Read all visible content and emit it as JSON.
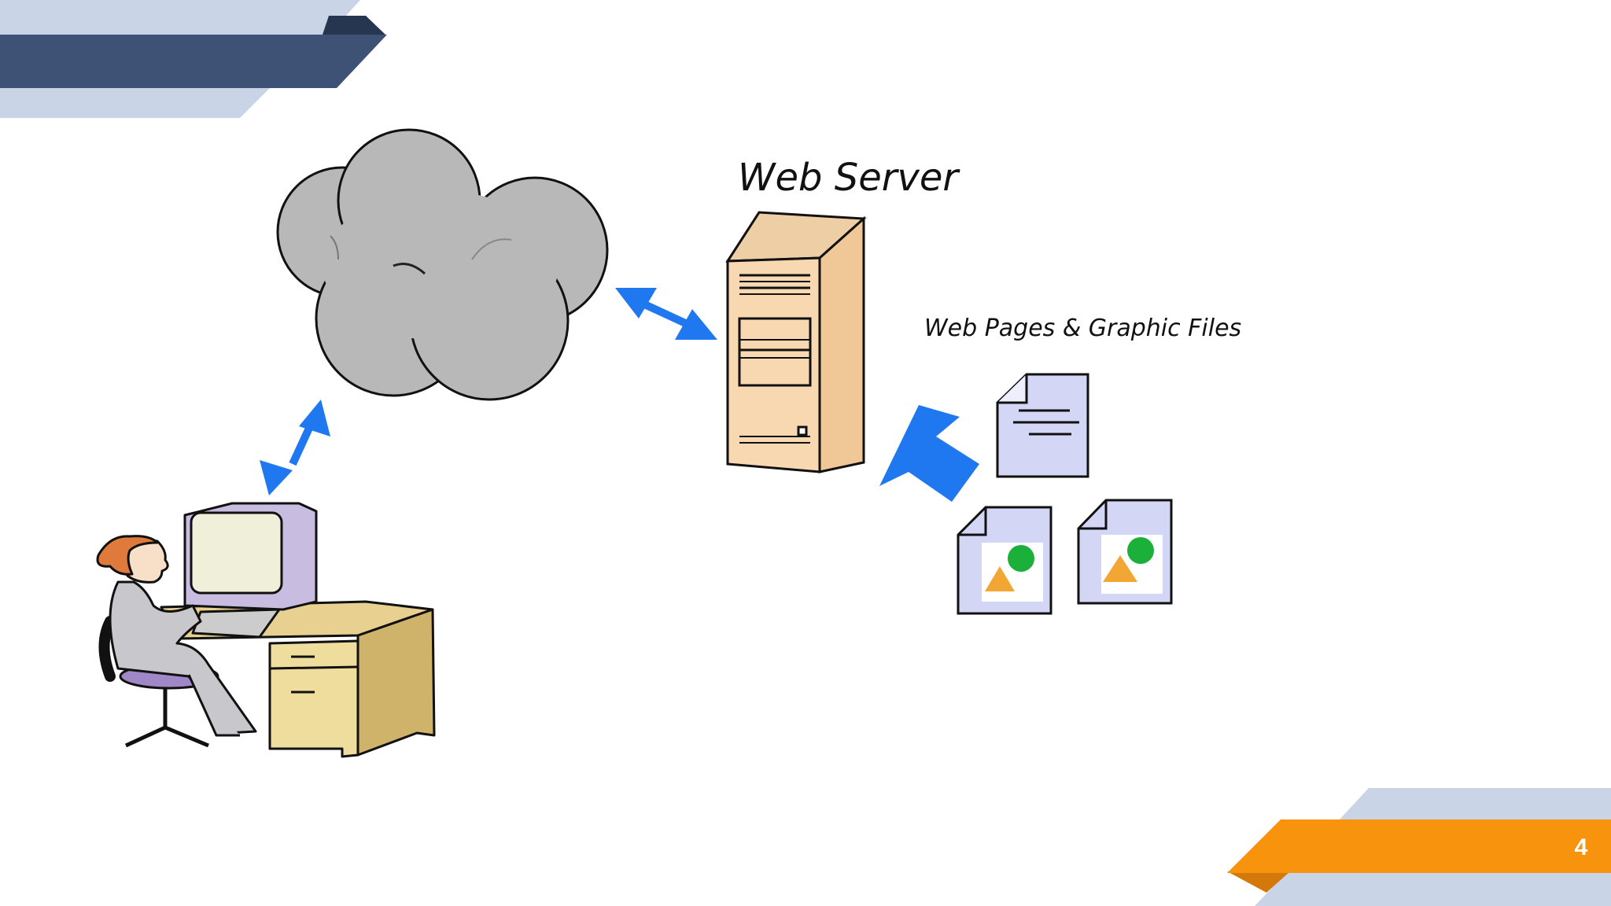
{
  "diagram": {
    "server_label": "Web Server",
    "files_label": "Web Pages & Graphic Files"
  },
  "slide": {
    "page_number": "4"
  },
  "colors": {
    "banner_dark": "#3d5274",
    "banner_light": "#c9d4e6",
    "accent_orange": "#f8930d",
    "accent_orange_dark": "#d4780a",
    "arrow_blue": "#1f78f0",
    "cloud_gray": "#b8b8b8",
    "server_beige": "#f8d8b0",
    "document_lavender": "#d4d6f6",
    "image_orange": "#f2a633",
    "image_green": "#1bb03a"
  },
  "icons": [
    "cloud-icon",
    "server-icon",
    "document-icon",
    "image-file-icon",
    "user-at-computer-icon"
  ]
}
